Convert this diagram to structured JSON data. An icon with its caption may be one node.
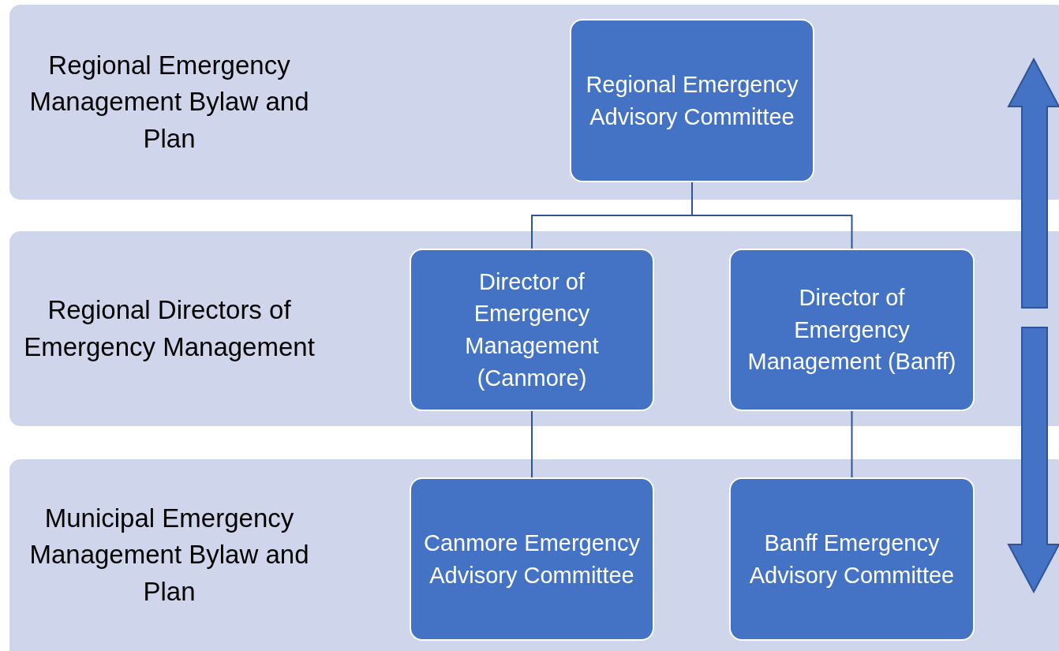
{
  "diagram": {
    "nodes": [
      {
        "text": [
          "Regional Emergency Management Bylaw and Plan"
        ]
      },
      {
        "text": [
          "Regional Emergency Advisory Committee"
        ],
        "in": 0
      },
      {
        "text": [
          "Regional Directors of Emergency Management"
        ]
      },
      {
        "text": [
          "Director of Emergency Management (Canmore)"
        ],
        "in": 2
      },
      {
        "text": [
          "Director of Emergency Management (Banff)"
        ],
        "in": 2
      },
      {
        "text": [
          "Municipal Emergency Management Bylaw and Plan"
        ]
      },
      {
        "text": [
          "Canmore Emergency Advisory Committee"
        ],
        "in": 5
      },
      {
        "text": [
          "Banff Emergency Advisory Committee"
        ],
        "in": 5
      }
    ],
    "edges": [
      {
        "from": 1,
        "to": 3,
        "arrow": "none"
      },
      {
        "from": 1,
        "to": 4,
        "arrow": "none"
      },
      {
        "from": 3,
        "to": 6,
        "arrow": "none"
      },
      {
        "from": 4,
        "to": 7,
        "arrow": "none"
      }
    ]
  }
}
